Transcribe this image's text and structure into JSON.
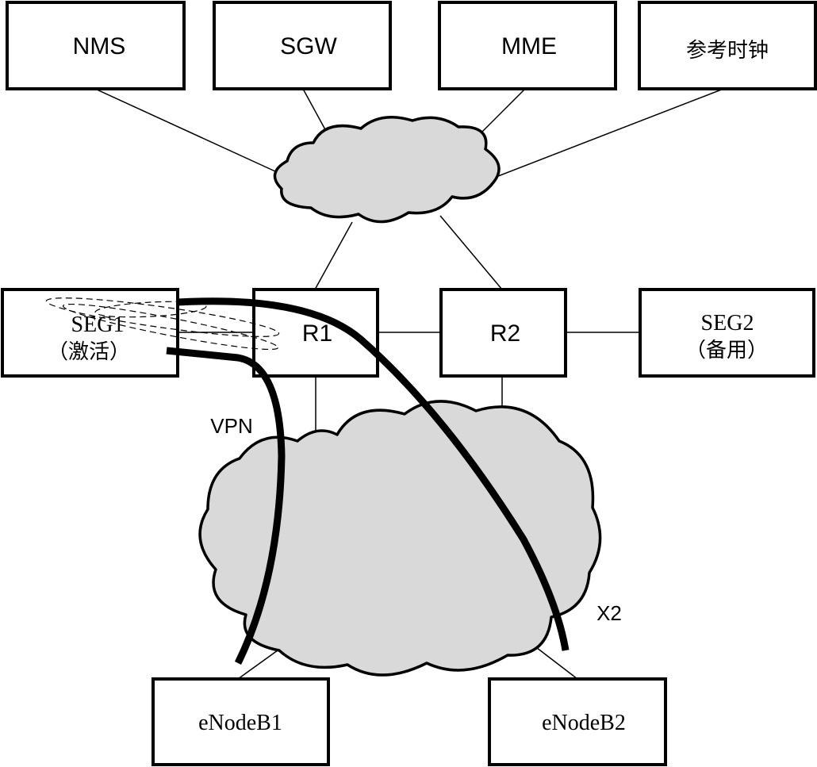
{
  "nodes": {
    "nms": "NMS",
    "sgw": "SGW",
    "mme": "MME",
    "clock": "参考时钟",
    "seg1_line1": "SEG1",
    "seg1_line2": "（激活）",
    "r1": "R1",
    "r2": "R2",
    "seg2_line1": "SEG2",
    "seg2_line2": "（备用）",
    "enodeb1": "eNodeB1",
    "enodeb2": "eNodeB2"
  },
  "labels": {
    "vpn": "VPN",
    "x2": "X2"
  },
  "colors": {
    "cloud_fill": "#d9d9d9",
    "line": "#000000",
    "box_fill": "#ffffff"
  }
}
